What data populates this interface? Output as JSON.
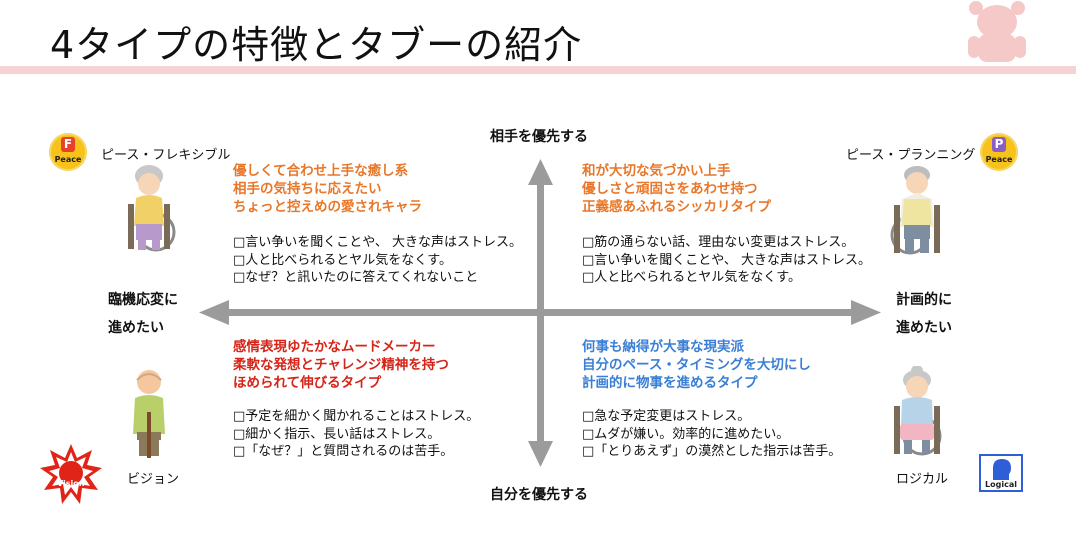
{
  "title": "4タイプの特徴とタブーの紹介",
  "axes": {
    "top": "相手を優先する",
    "bottom": "自分を優先する",
    "left": [
      "臨機応変に",
      "進めたい"
    ],
    "right": [
      "計画的に",
      "進めたい"
    ]
  },
  "quadrants": {
    "flexible": {
      "name": "ピース・フレキシブル",
      "badge_letter": "F",
      "badge_word": "Peace",
      "color": "#e8772a",
      "traits": [
        "優しくて合わせ上手な癒し系",
        "相手の気持ちに応えたい",
        "ちょっと控えめの愛されキャラ"
      ],
      "stress": [
        "□言い争いを聞くことや、 大きな声はストレス。",
        "□人と比べられるとヤル気をなくす。",
        "□なぜ？と訊いたのに答えてくれないこと"
      ]
    },
    "planning": {
      "name": "ピース・プランニング",
      "badge_letter": "P",
      "badge_word": "Peace",
      "color": "#e8772a",
      "traits": [
        "和が大切な気づかい上手",
        "優しさと頑固さをあわせ持つ",
        "正義感あふれるシッカリタイプ"
      ],
      "stress": [
        "□筋の通らない話、理由ない変更はストレス。",
        "□言い争いを聞くことや、 大きな声はストレス。",
        "□人と比べられるとヤル気をなくす。"
      ]
    },
    "vision": {
      "name": "ビジョン",
      "badge_word": "Vision",
      "color": "#d62418",
      "traits": [
        "感情表現ゆたかなムードメーカー",
        "柔軟な発想とチャレンジ精神を持つ",
        "ほめられて伸びるタイプ"
      ],
      "stress": [
        "□予定を細かく聞かれることはストレス。",
        "□細かく指示、長い話はストレス。",
        "□「なぜ？」と質問されるのは苦手。"
      ]
    },
    "logical": {
      "name": "ロジカル",
      "badge_word": "Logical",
      "color": "#3a7fd5",
      "traits": [
        "何事も納得が大事な現実派",
        "自分のペース・タイミングを大切にし",
        "計画的に物事を進めるタイプ"
      ],
      "stress": [
        "□急な予定変更はストレス。",
        "□ムダが嫌い。効率的に進めたい。",
        "□「とりあえず」の漠然とした指示は苦手。"
      ]
    }
  },
  "icons": {
    "mascot": "bear-mascot-icon",
    "axes": "cross-arrows-icon",
    "flexible_person": "elderly-woman-wheelchair-icon",
    "planning_person": "elderly-man-wheelchair-icon",
    "vision_person": "elderly-man-cane-icon",
    "logical_person": "elderly-woman-wheelchair-icon"
  }
}
